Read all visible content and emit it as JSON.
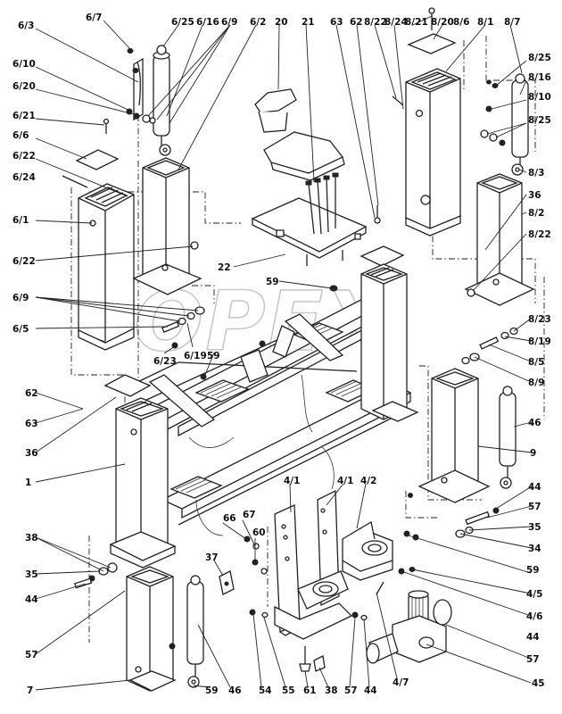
{
  "watermark": "OPEX",
  "callouts": [
    {
      "id": "c01",
      "text": "6/3"
    },
    {
      "id": "c02",
      "text": "6/7"
    },
    {
      "id": "c03",
      "text": "6/25"
    },
    {
      "id": "c04",
      "text": "6/16"
    },
    {
      "id": "c05",
      "text": "6/9"
    },
    {
      "id": "c06",
      "text": "6/2"
    },
    {
      "id": "c07",
      "text": "20"
    },
    {
      "id": "c08",
      "text": "21"
    },
    {
      "id": "c09",
      "text": "63"
    },
    {
      "id": "c10",
      "text": "62"
    },
    {
      "id": "c11",
      "text": "8/22"
    },
    {
      "id": "c12",
      "text": "8/24"
    },
    {
      "id": "c13",
      "text": "8/21"
    },
    {
      "id": "c14",
      "text": "8/20"
    },
    {
      "id": "c15",
      "text": "8/6"
    },
    {
      "id": "c16",
      "text": "8/1"
    },
    {
      "id": "c17",
      "text": "8/7"
    },
    {
      "id": "c18",
      "text": "6/10"
    },
    {
      "id": "c19",
      "text": "6/20"
    },
    {
      "id": "c20",
      "text": "6/21"
    },
    {
      "id": "c21",
      "text": "6/6"
    },
    {
      "id": "c22",
      "text": "6/22"
    },
    {
      "id": "c23",
      "text": "6/24"
    },
    {
      "id": "c24",
      "text": "8/25"
    },
    {
      "id": "c25",
      "text": "8/16"
    },
    {
      "id": "c26",
      "text": "8/10"
    },
    {
      "id": "c27",
      "text": "8/25"
    },
    {
      "id": "c28",
      "text": "8/3"
    },
    {
      "id": "c29",
      "text": "36"
    },
    {
      "id": "c30",
      "text": "8/2"
    },
    {
      "id": "c31",
      "text": "8/22"
    },
    {
      "id": "c32",
      "text": "6/1"
    },
    {
      "id": "c33",
      "text": "6/22"
    },
    {
      "id": "c34",
      "text": "22"
    },
    {
      "id": "c35",
      "text": "59"
    },
    {
      "id": "c36",
      "text": "6/9"
    },
    {
      "id": "c37",
      "text": "6/5"
    },
    {
      "id": "c38",
      "text": "6/23"
    },
    {
      "id": "c39",
      "text": "6/19"
    },
    {
      "id": "c40",
      "text": "59"
    },
    {
      "id": "c41",
      "text": "8/23"
    },
    {
      "id": "c42",
      "text": "8/19"
    },
    {
      "id": "c43",
      "text": "8/5"
    },
    {
      "id": "c44",
      "text": "8/9"
    },
    {
      "id": "c45",
      "text": "62"
    },
    {
      "id": "c46",
      "text": "63"
    },
    {
      "id": "c47",
      "text": "36"
    },
    {
      "id": "c48",
      "text": "46"
    },
    {
      "id": "c49",
      "text": "9"
    },
    {
      "id": "c50",
      "text": "1"
    },
    {
      "id": "c51",
      "text": "4/1"
    },
    {
      "id": "c52",
      "text": "4/1"
    },
    {
      "id": "c53",
      "text": "4/2"
    },
    {
      "id": "c54",
      "text": "44"
    },
    {
      "id": "c55",
      "text": "57"
    },
    {
      "id": "c56",
      "text": "35"
    },
    {
      "id": "c57",
      "text": "34"
    },
    {
      "id": "c58",
      "text": "38"
    },
    {
      "id": "c59",
      "text": "66"
    },
    {
      "id": "c60",
      "text": "67"
    },
    {
      "id": "c61",
      "text": "60"
    },
    {
      "id": "c62",
      "text": "59"
    },
    {
      "id": "c63",
      "text": "37"
    },
    {
      "id": "c64",
      "text": "35"
    },
    {
      "id": "c65",
      "text": "44"
    },
    {
      "id": "c66",
      "text": "4/5"
    },
    {
      "id": "c67",
      "text": "4/6"
    },
    {
      "id": "c68",
      "text": "44"
    },
    {
      "id": "c69",
      "text": "57"
    },
    {
      "id": "c70",
      "text": "57"
    },
    {
      "id": "c71",
      "text": "7"
    },
    {
      "id": "c72",
      "text": "59"
    },
    {
      "id": "c73",
      "text": "46"
    },
    {
      "id": "c74",
      "text": "54"
    },
    {
      "id": "c75",
      "text": "55"
    },
    {
      "id": "c76",
      "text": "61"
    },
    {
      "id": "c77",
      "text": "38"
    },
    {
      "id": "c78",
      "text": "57"
    },
    {
      "id": "c79",
      "text": "44"
    },
    {
      "id": "c80",
      "text": "4/7"
    },
    {
      "id": "c81",
      "text": "45"
    }
  ]
}
